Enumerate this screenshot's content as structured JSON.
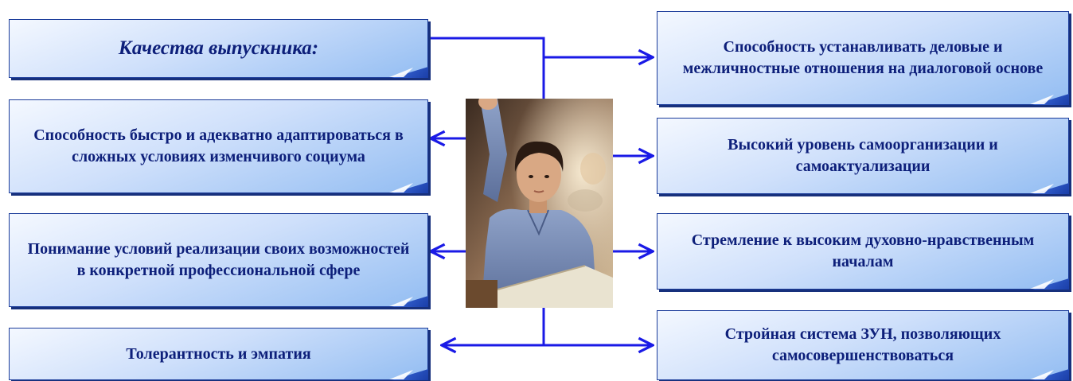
{
  "title": "Качества выпускника:",
  "left_items": [
    "Способность быстро и адекватно адаптироваться в сложных условиях изменчивого социума",
    "Понимание условий реализации своих возможностей в конкретной профессиональной сфере",
    "Толерантность и эмпатия"
  ],
  "right_items": [
    "Способность устанавливать деловые и межличностные отношения на диалоговой основе",
    "Высокий уровень самоорганизации и самоактуализации",
    "Стремление к высоким духовно-нравственным началам",
    "Стройная система ЗУН, позволяющих самосовершенствоваться"
  ],
  "colors": {
    "arrow": "#1a1ae6",
    "text": "#0d1f7a"
  },
  "photo_icon": "student-raising-hand-photo"
}
